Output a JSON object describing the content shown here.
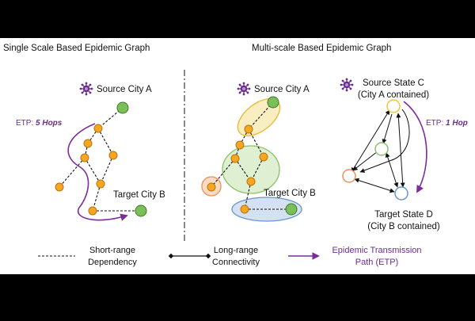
{
  "left_panel": {
    "title": "Single Scale Based Epidemic Graph",
    "source_label": "Source City A",
    "target_label": "Target City B",
    "etp_prefix": "ETP: ",
    "etp_value": "5 Hops"
  },
  "right_panel": {
    "title": "Multi-scale Based Epidemic Graph",
    "source_city_label": "Source City A",
    "target_city_label": "Target City B",
    "source_state_label": "Source State C",
    "source_state_sub": "(City A contained)",
    "target_state_label": "Target State D",
    "target_state_sub": "(City B contained)",
    "etp_prefix": "ETP: ",
    "etp_value": "1 Hop"
  },
  "legend": {
    "short_range_line1": "Short-range",
    "short_range_line2": "Dependency",
    "long_range_line1": "Long-range",
    "long_range_line2": "Connectivity",
    "etp_line1": "Epidemic Transmission",
    "etp_line2": "Path (ETP)"
  },
  "colors": {
    "background": "#000000",
    "panel": "#ffffff",
    "city_node": "#f5a623",
    "source_target_node": "#7bbf5a",
    "etp_arrow": "#7b2d9b",
    "yellow_cluster": "#f6e6a8",
    "green_cluster": "#d4eac2",
    "orange_cluster": "#f7d2b5",
    "blue_cluster": "#c9daf0",
    "virus_icon": "#6a2c91"
  }
}
